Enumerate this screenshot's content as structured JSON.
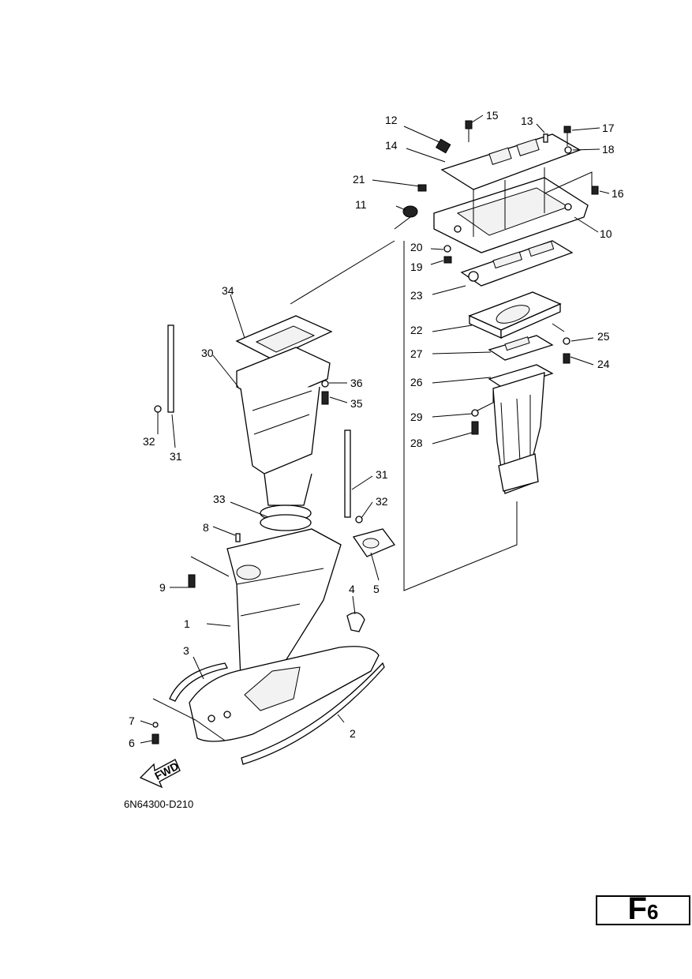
{
  "diagram_code": "6N64300-D210",
  "page_badge": {
    "letter": "F",
    "number": "6"
  },
  "fwd_label": "FWD",
  "callouts": [
    {
      "id": "c1",
      "text": "1"
    },
    {
      "id": "c2",
      "text": "2"
    },
    {
      "id": "c3",
      "text": "3"
    },
    {
      "id": "c4",
      "text": "4"
    },
    {
      "id": "c5",
      "text": "5"
    },
    {
      "id": "c6",
      "text": "6"
    },
    {
      "id": "c7",
      "text": "7"
    },
    {
      "id": "c8",
      "text": "8"
    },
    {
      "id": "c9",
      "text": "9"
    },
    {
      "id": "c10",
      "text": "10"
    },
    {
      "id": "c11",
      "text": "11"
    },
    {
      "id": "c12",
      "text": "12"
    },
    {
      "id": "c13",
      "text": "13"
    },
    {
      "id": "c14",
      "text": "14"
    },
    {
      "id": "c15",
      "text": "15"
    },
    {
      "id": "c16",
      "text": "16"
    },
    {
      "id": "c17",
      "text": "17"
    },
    {
      "id": "c18",
      "text": "18"
    },
    {
      "id": "c19",
      "text": "19"
    },
    {
      "id": "c20",
      "text": "20"
    },
    {
      "id": "c21",
      "text": "21"
    },
    {
      "id": "c22",
      "text": "22"
    },
    {
      "id": "c23",
      "text": "23"
    },
    {
      "id": "c24",
      "text": "24"
    },
    {
      "id": "c25",
      "text": "25"
    },
    {
      "id": "c26",
      "text": "26"
    },
    {
      "id": "c27",
      "text": "27"
    },
    {
      "id": "c28",
      "text": "28"
    },
    {
      "id": "c29",
      "text": "29"
    },
    {
      "id": "c30",
      "text": "30"
    },
    {
      "id": "c31a",
      "text": "31"
    },
    {
      "id": "c31b",
      "text": "31"
    },
    {
      "id": "c32a",
      "text": "32"
    },
    {
      "id": "c32b",
      "text": "32"
    },
    {
      "id": "c33",
      "text": "33"
    },
    {
      "id": "c34",
      "text": "34"
    },
    {
      "id": "c35",
      "text": "35"
    },
    {
      "id": "c36",
      "text": "36"
    }
  ]
}
